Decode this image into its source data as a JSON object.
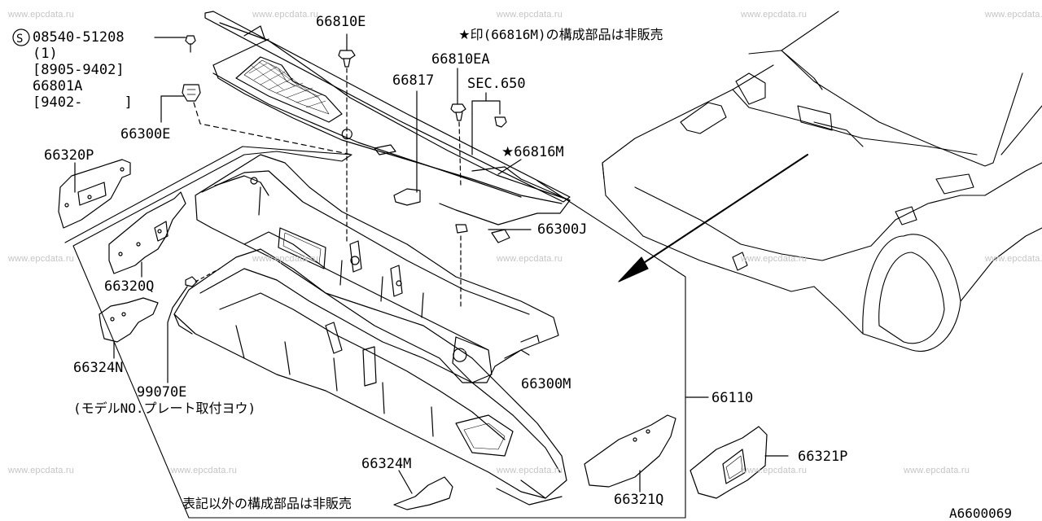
{
  "watermark": "www.epcdata.ru",
  "diagram_id": "A6600069",
  "note_top": {
    "star": "★",
    "text": "印(66816M)の構成部品は非販売"
  },
  "note_bottom": "表記以外の構成部品は非販売",
  "bolt_block": {
    "line1": "08540-51208",
    "line2": "(1)",
    "line3": "[8905-9402]",
    "line4": "66801A",
    "line5": "[9402-     ]"
  },
  "parts": {
    "p66810E": "66810E",
    "p66810EA": "66810EA",
    "p66817": "66817",
    "sec650": "SEC.650",
    "p66816M": "66816M",
    "p66300E": "66300E",
    "p66320P": "66320P",
    "p66300J": "66300J",
    "p66320Q": "66320Q",
    "p66324N": "66324N",
    "p99070E": "99070E",
    "p99070E_note": "(モデルNO.プレート取付ヨウ)",
    "p66300M": "66300M",
    "p66110": "66110",
    "p66321P": "66321P",
    "p66324M": "66324M",
    "p66321Q": "66321Q"
  }
}
